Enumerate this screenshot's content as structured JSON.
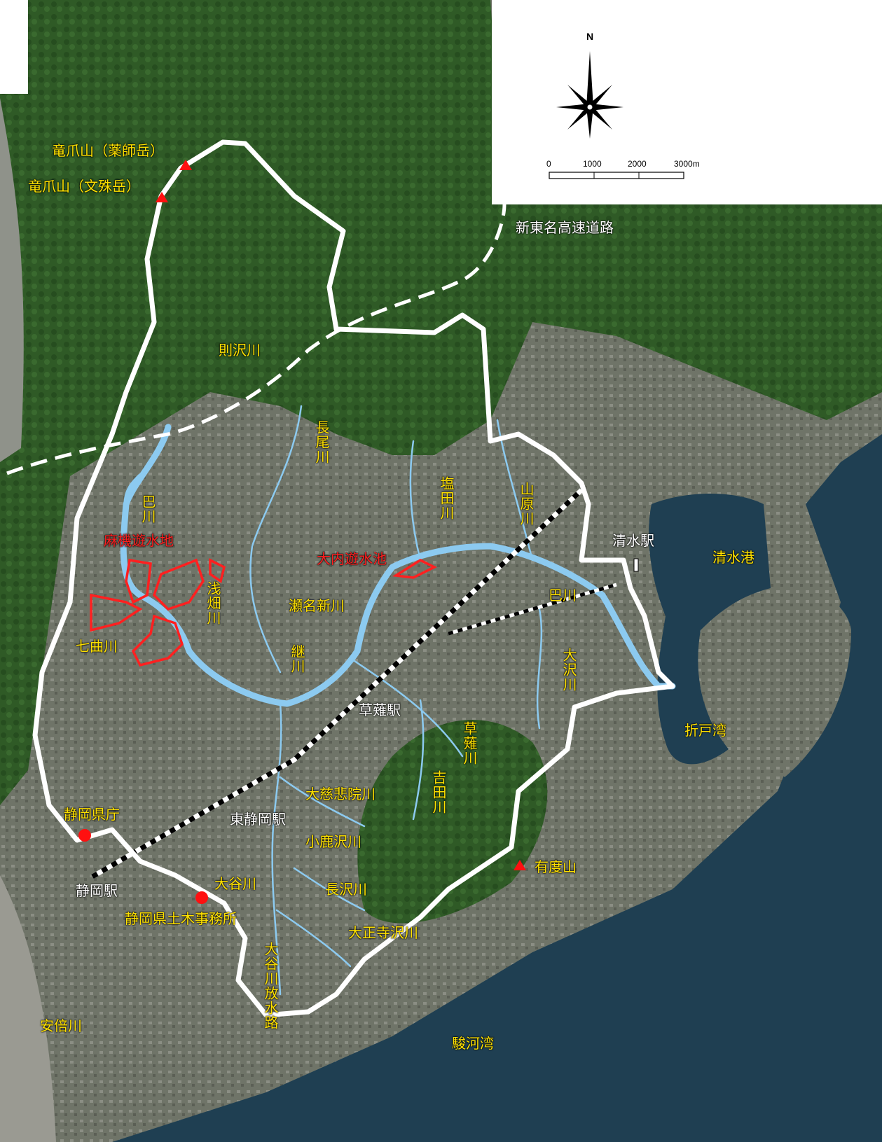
{
  "labels": {
    "peak_yakushi": "竜爪山（薬師岳）",
    "peak_monju": "竜爪山（文殊岳）",
    "expressway": "新東名高速道路",
    "norisawa": "則沢川",
    "nagao": "長尾川",
    "shioda": "塩田川",
    "yamahara": "山原川",
    "tomoe_w": "巴川",
    "asaba_reservoir": "麻機遊水地",
    "asahata": "浅畑川",
    "ouchi_reservoir": "大内遊水池",
    "shimizu_station": "清水駅",
    "shimizu_port": "清水港",
    "senamishin": "瀬名新川",
    "tomoe_e": "巴川",
    "nanamagari": "七曲川",
    "tsugi": "継川",
    "osawa": "大沢川",
    "kusanagi_station": "草薙駅",
    "kusanagi_river": "草薙川",
    "orido": "折戸湾",
    "yoshida": "吉田川",
    "daijihiin": "大慈悲院川",
    "shizuoka_pref": "静岡県庁",
    "higashi_shizuoka": "東静岡駅",
    "kojikazawa": "小鹿沢川",
    "udozan": "有度山",
    "oya": "大谷川",
    "nagasawa": "長沢川",
    "shizuoka_station": "静岡駅",
    "doboku": "静岡県土木事務所",
    "taishoji": "大正寺沢川",
    "oya_drain": "大谷川放水路",
    "abe": "安倍川",
    "suruga": "駿河湾"
  },
  "legend": {
    "north": "N",
    "scale_ticks": [
      "0",
      "1000",
      "2000",
      "3000m"
    ]
  },
  "colors": {
    "label_yellow": "#ffe100",
    "reservoir_red": "#ff2020",
    "river_blue": "#8ccaf0",
    "boundary_white": "#ffffff",
    "forest": "#2f5a26",
    "urban": "#6f7468",
    "sea": "#1f3f52"
  }
}
